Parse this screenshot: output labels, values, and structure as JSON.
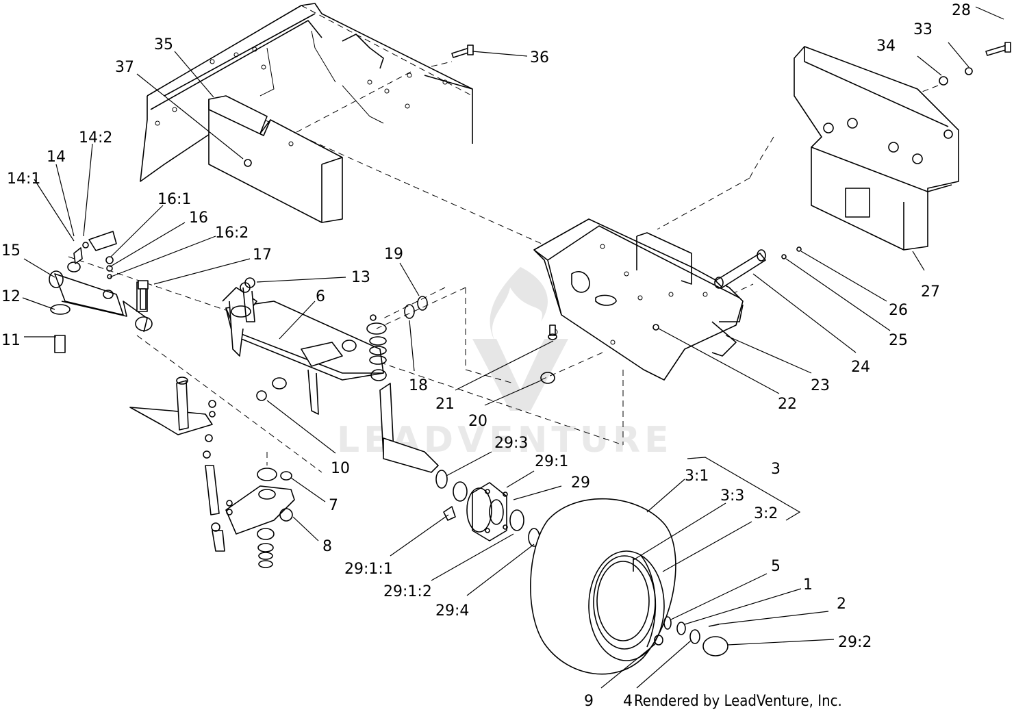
{
  "watermark": {
    "text": "LEADVENTURE"
  },
  "credit": "Rendered by LeadVenture, Inc.",
  "callouts": [
    {
      "id": "28",
      "label": "28"
    },
    {
      "id": "33",
      "label": "33"
    },
    {
      "id": "34",
      "label": "34"
    },
    {
      "id": "35",
      "label": "35"
    },
    {
      "id": "36",
      "label": "36"
    },
    {
      "id": "37",
      "label": "37"
    },
    {
      "id": "14-2",
      "label": "14:2"
    },
    {
      "id": "14",
      "label": "14"
    },
    {
      "id": "14-1",
      "label": "14:1"
    },
    {
      "id": "16-1",
      "label": "16:1"
    },
    {
      "id": "16",
      "label": "16"
    },
    {
      "id": "16-2",
      "label": "16:2"
    },
    {
      "id": "15",
      "label": "15"
    },
    {
      "id": "17",
      "label": "17"
    },
    {
      "id": "12",
      "label": "12"
    },
    {
      "id": "11",
      "label": "11"
    },
    {
      "id": "13",
      "label": "13"
    },
    {
      "id": "19",
      "label": "19"
    },
    {
      "id": "6",
      "label": "6"
    },
    {
      "id": "18",
      "label": "18"
    },
    {
      "id": "21",
      "label": "21"
    },
    {
      "id": "20",
      "label": "20"
    },
    {
      "id": "10",
      "label": "10"
    },
    {
      "id": "27",
      "label": "27"
    },
    {
      "id": "26",
      "label": "26"
    },
    {
      "id": "25",
      "label": "25"
    },
    {
      "id": "24",
      "label": "24"
    },
    {
      "id": "23",
      "label": "23"
    },
    {
      "id": "22",
      "label": "22"
    },
    {
      "id": "29-3",
      "label": "29:3"
    },
    {
      "id": "29-1",
      "label": "29:1"
    },
    {
      "id": "29",
      "label": "29"
    },
    {
      "id": "7",
      "label": "7"
    },
    {
      "id": "8",
      "label": "8"
    },
    {
      "id": "3-1",
      "label": "3:1"
    },
    {
      "id": "3",
      "label": "3"
    },
    {
      "id": "3-3",
      "label": "3:3"
    },
    {
      "id": "3-2",
      "label": "3:2"
    },
    {
      "id": "29-1-1",
      "label": "29:1:1"
    },
    {
      "id": "29-1-2",
      "label": "29:1:2"
    },
    {
      "id": "29-4",
      "label": "29:4"
    },
    {
      "id": "5",
      "label": "5"
    },
    {
      "id": "1",
      "label": "1"
    },
    {
      "id": "2",
      "label": "2"
    },
    {
      "id": "29-2",
      "label": "29:2"
    },
    {
      "id": "9",
      "label": "9"
    },
    {
      "id": "4",
      "label": "4"
    }
  ]
}
